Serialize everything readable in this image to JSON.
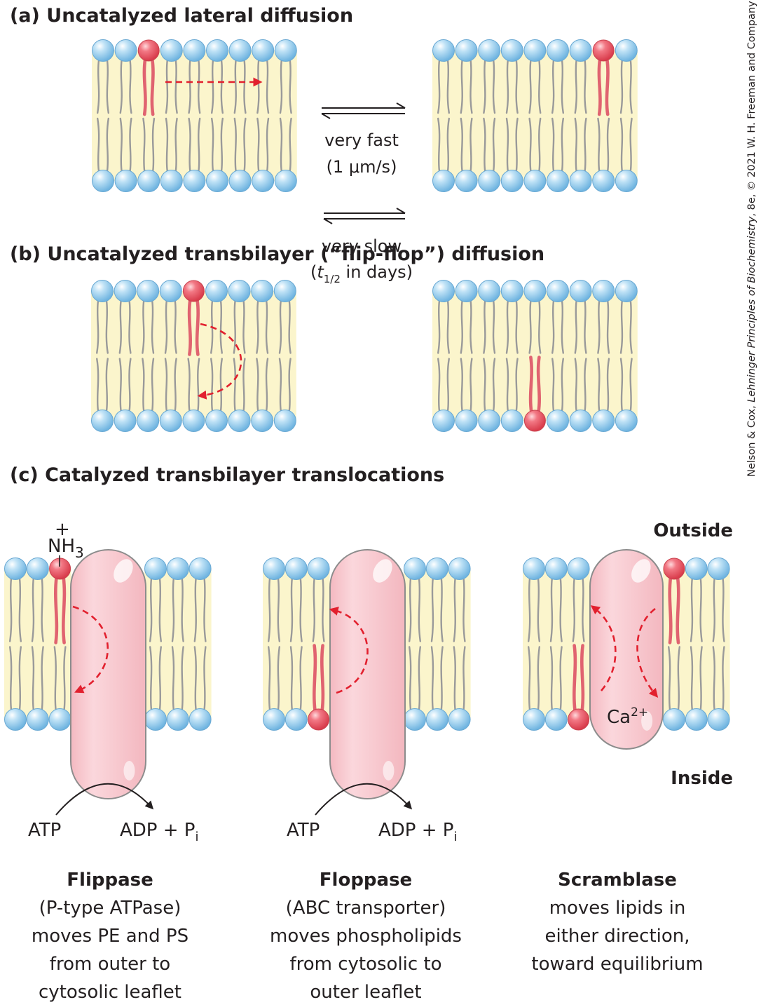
{
  "panel_a": {
    "title": "(a) Uncatalyzed lateral diffusion",
    "rate_line1": "very fast",
    "rate_line2": "(1 μm/s)"
  },
  "panel_b": {
    "title": "(b) Uncatalyzed transbilayer (“flip-flop”) diffusion",
    "rate_line1": "very slow",
    "rate_t": "t",
    "rate_sub": "1/2",
    "rate_rest": " in days)",
    "rate_open": "("
  },
  "panel_c": {
    "title": "(c) Catalyzed transbilayer translocations",
    "outside": "Outside",
    "inside": "Inside",
    "nh3_plus": "+",
    "nh3": "NH",
    "nh3_sub": "3",
    "ca": "Ca",
    "ca_sup": "2+",
    "atp": "ATP",
    "adp": "ADP + P",
    "adp_sub": "i",
    "enzymes": [
      {
        "name": "Flippase",
        "lines": [
          "(P-type ATPase)",
          "moves PE and PS",
          "from outer to",
          "cytosolic leaflet"
        ]
      },
      {
        "name": "Floppase",
        "lines": [
          "(ABC transporter)",
          "moves phospholipids",
          "from cytosolic to",
          "outer leaflet"
        ]
      },
      {
        "name": "Scramblase",
        "lines": [
          "moves lipids in",
          "either direction,",
          "toward equilibrium"
        ]
      }
    ]
  },
  "credit": {
    "pre": "Nelson & Cox, ",
    "italic": "Lehninger Principles of Biochemistry",
    "post": ", 8e, © 2021 W. H. Freeman and Company"
  },
  "colors": {
    "membrane_fill": "#fbf5cc",
    "head_blue": "#8ec9ec",
    "head_red": "#e8515f",
    "protein": "#f7c4cb",
    "arrow_red": "#e2202e"
  }
}
